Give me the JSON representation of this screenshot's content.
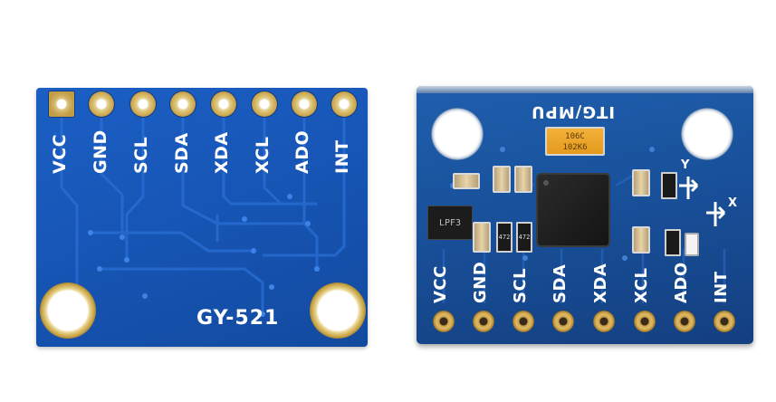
{
  "left_board": {
    "pins": [
      "VCC",
      "GND",
      "SCL",
      "SDA",
      "XDA",
      "XCL",
      "ADO",
      "INT"
    ],
    "silkscreen": "GY-521"
  },
  "right_board": {
    "pins": [
      "VCC",
      "GND",
      "SCL",
      "SDA",
      "XDA",
      "XCL",
      "ADO",
      "INT"
    ],
    "silkscreen": "ITG/MPU",
    "capacitor_text": [
      "106C",
      "102K6"
    ],
    "regulator_text": "LPF3",
    "resistor_text": "472",
    "axis_labels": [
      "Y",
      "X"
    ]
  },
  "colors": {
    "pcb_left": "#1756b6",
    "pcb_right": "#184f98",
    "gold": "#caa552",
    "background": "#ffffff"
  }
}
